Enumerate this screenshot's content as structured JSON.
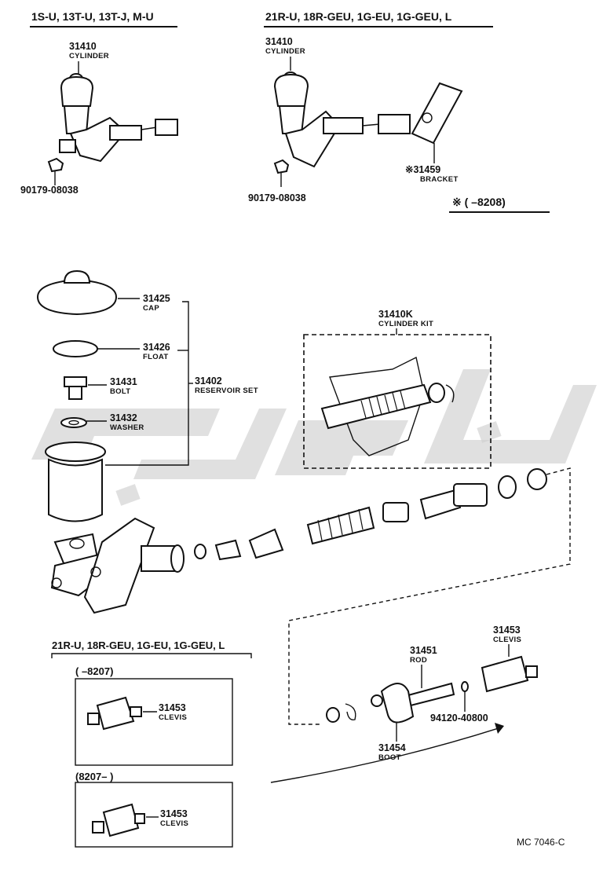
{
  "headers": {
    "left": "1S-U, 13T-U, 13T-J, M-U",
    "right": "21R-U, 18R-GEU, 1G-EU, 1G-GEU, L",
    "lower": "21R-U, 18R-GEU, 1G-EU, 1G-GEU, L"
  },
  "note_range": "※ (        –8208)",
  "parts": {
    "cylinder_left": {
      "num": "31410",
      "name": "CYLINDER"
    },
    "cylinder_right": {
      "num": "31410",
      "name": "CYLINDER"
    },
    "nut_left": {
      "num": "90179-08038"
    },
    "nut_right": {
      "num": "90179-08038"
    },
    "bracket": {
      "num": "※31459",
      "name": "BRACKET"
    },
    "cap": {
      "num": "31425",
      "name": "CAP"
    },
    "float": {
      "num": "31426",
      "name": "FLOAT"
    },
    "bolt": {
      "num": "31431",
      "name": "BOLT"
    },
    "washer": {
      "num": "31432",
      "name": "WASHER"
    },
    "reservoir_set": {
      "num": "31402",
      "name": "RESERVOIR SET"
    },
    "cylinder_kit": {
      "num": "31410K",
      "name": "CYLINDER KIT"
    },
    "clevis_main": {
      "num": "31453",
      "name": "CLEVIS"
    },
    "rod": {
      "num": "31451",
      "name": "ROD"
    },
    "pin": {
      "num": "94120-40800"
    },
    "boot": {
      "num": "31454",
      "name": "BOOT"
    },
    "clevis_early": {
      "num": "31453",
      "name": "CLEVIS"
    },
    "clevis_late": {
      "num": "31453",
      "name": "CLEVIS"
    }
  },
  "ranges": {
    "early": "(         –8207)",
    "late": "(8207–          )"
  },
  "footer_code": "MC 7046-C",
  "colors": {
    "ink": "#111111",
    "watermark": "#cfcfcf"
  }
}
